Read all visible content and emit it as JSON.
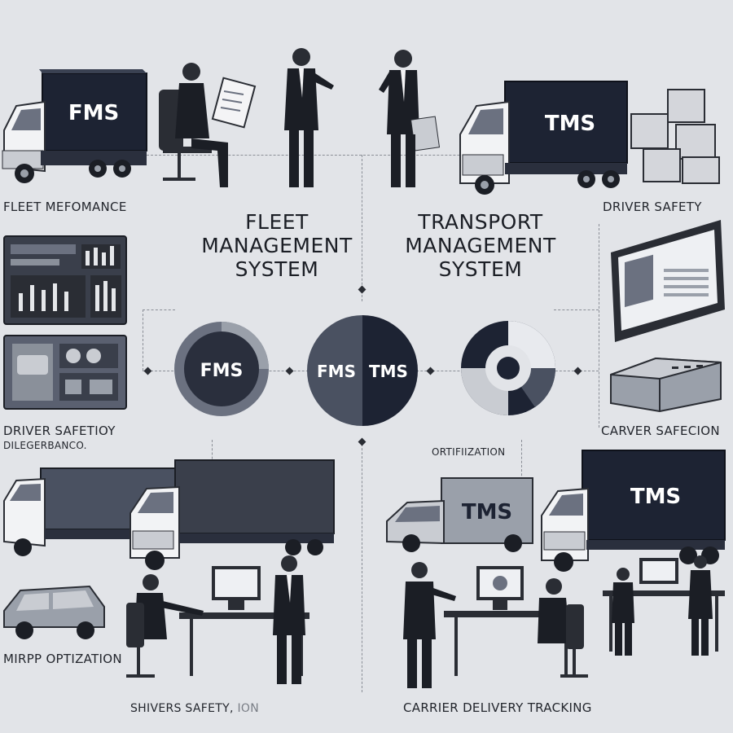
{
  "labels": {
    "fleet_performance": "FLEET MEFOMANCE",
    "driver_safety_top": "DRIVER SAFETY",
    "driver_safety_left": "DRIVER SAFETIOY",
    "left_sub": "DILEGERBANCO.",
    "optimization_center": "ORTIFIIZATION",
    "carver_safecion": "CARVER SAFECION",
    "map_optization": "MIRPP OPTIZATION",
    "shivers_safety": "SHIVERS SAFETY, ",
    "shivers_safety_suffix": "ION",
    "carrier_delivery": "CARRIER DELIVERY TRACKING"
  },
  "titles": {
    "fms_line1": "FLEET",
    "fms_line2": "MANAGEMENT",
    "fms_line3": "SYSTEM",
    "tms_line1": "TRANSPORT",
    "tms_line2": "MANAGEMENT",
    "tms_line3": "SYSTEM"
  },
  "badges": {
    "fms_circle": "FMS",
    "center_left": "FMS",
    "center_right": "TMS",
    "truck_top_left": "FMS",
    "truck_top_right": "TMS",
    "van_bottom": "TMS",
    "truck_bottom_right": "TMS"
  },
  "colors": {
    "background": "#e2e4e8",
    "dark_navy": "#1d2333",
    "slate": "#4a5161",
    "light_gray": "#c9ccd2"
  }
}
